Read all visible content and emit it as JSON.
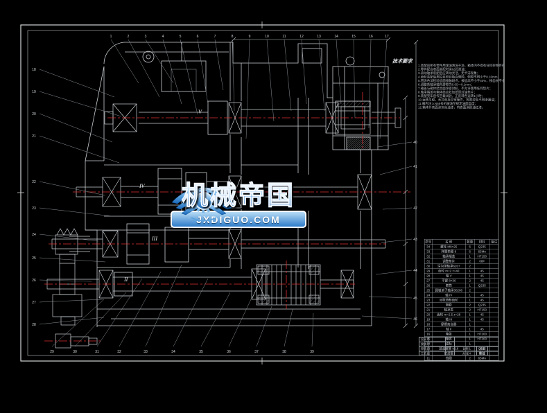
{
  "page": {
    "bg": "#000000",
    "line_color": "#cfd4d8",
    "accent_red": "#e03131"
  },
  "watermark": {
    "title": "机械帝国",
    "url": "JXDIGUO.COM",
    "logo": "winged-gear-logo",
    "accent": "#2e7cc9"
  },
  "tech_notes": {
    "heading": "技术要求",
    "lines": [
      "1.装配前所有零件用煤油清洗干净，箱体内不得有任何杂物存在；",
      "2.零件配合表面装配时涂以润滑油；",
      "3.滚动轴承装配后应转动灵活，无卡滞现象；",
      "4.齿轮装配后用铅丝检验啮合侧隙，侧隙不得小于0.16mm；",
      "5.用涂色法检验齿面接触斑点，按齿高不小于40%，按齿长不小于50%；",
      "6.调整各轴承轴向游隙为0.05～0.1mm；",
      "7.箱盖与箱体结合面涂密封胶，不允许使用任何垫片；",
      "8.轴承端盖与箱体结合处加纸质封油垫片；",
      "9.装配完毕后作空载试验，正反转各运转1小时；",
      "10.运转平稳，无冲击及异常噪声，各密封处不得渗漏油；",
      "11.箱内注入N68号机械油至规定油面高度；",
      "12.箱体外表面涂灰色油漆，内表面涂耐油红漆。"
    ]
  },
  "shaft_labels": {
    "v": "V",
    "iv": "IV",
    "iii": "III",
    "ii": "II"
  },
  "callouts": {
    "top": [
      "1",
      "2",
      "3",
      "4",
      "5",
      "6",
      "7",
      "8",
      "9",
      "10",
      "11",
      "12",
      "13",
      "14",
      "15",
      "16",
      "17"
    ],
    "left": [
      "18",
      "19",
      "20",
      "21",
      "22",
      "23",
      "24",
      "25",
      "26",
      "27",
      "28"
    ],
    "bottom": [
      "29",
      "30",
      "31",
      "32",
      "33",
      "34",
      "35",
      "36",
      "37",
      "38",
      "39"
    ],
    "right": [
      "40",
      "41",
      "42",
      "43",
      "44",
      "45",
      "46"
    ]
  },
  "bom": {
    "headers": [
      "序号",
      "名  称",
      "数量",
      "材料",
      "备注"
    ],
    "rows": [
      [
        "34",
        "螺栓 M8×25",
        "6",
        "Q235",
        ""
      ],
      [
        "33",
        "弹簧垫圈 8",
        "6",
        "65Mn",
        ""
      ],
      [
        "32",
        "轴承端盖",
        "1",
        "HT150",
        ""
      ],
      [
        "31",
        "调整垫片",
        "2",
        "08F",
        ""
      ],
      [
        "30",
        "深沟球轴承6207",
        "2",
        "",
        ""
      ],
      [
        "29",
        "齿轮 m=2 z=40",
        "1",
        "45",
        ""
      ],
      [
        "28",
        "轴 V",
        "1",
        "45",
        ""
      ],
      [
        "27",
        "平键 8×36",
        "2",
        "45",
        ""
      ],
      [
        "26",
        "套筒",
        "1",
        "Q235",
        ""
      ],
      [
        "25",
        "圆锥滚子轴承30206",
        "2",
        "",
        ""
      ],
      [
        "24",
        "轴 IV",
        "1",
        "45",
        ""
      ],
      [
        "23",
        "双联滑移齿轮",
        "1",
        "45",
        ""
      ],
      [
        "22",
        "隔套",
        "2",
        "Q235",
        ""
      ],
      [
        "21",
        "轴承盖",
        "2",
        "HT150",
        ""
      ],
      [
        "20",
        "齿轮 m=2.5 z=28",
        "1",
        "45",
        ""
      ],
      [
        "19",
        "轴 III",
        "1",
        "45",
        ""
      ],
      [
        "18",
        "摩擦离合器",
        "1",
        "",
        ""
      ],
      [
        "17",
        "轴 II",
        "1",
        "45",
        ""
      ],
      [
        "16",
        "箱盖",
        "1",
        "HT200",
        ""
      ],
      [
        "15",
        "箱体",
        "1",
        "HT200",
        ""
      ],
      [
        "14",
        "油标",
        "1",
        "",
        ""
      ],
      [
        "13",
        "放油螺塞 M16",
        "1",
        "Q235",
        ""
      ],
      [
        "12",
        "密封圈",
        "4",
        "橡胶",
        ""
      ],
      [
        "11",
        "挡圈",
        "2",
        "65Mn",
        ""
      ]
    ]
  },
  "title_block": {
    "design": "设计",
    "check": "校核",
    "audit": "审核",
    "craft": "工艺",
    "scale": "比例",
    "mass": "质量",
    "sheet": "共 张",
    "page": "第 张",
    "title": ""
  }
}
